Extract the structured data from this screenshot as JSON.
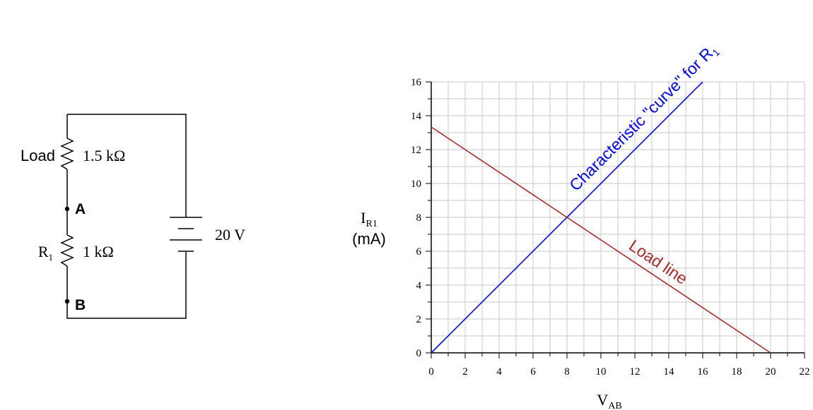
{
  "circuit": {
    "load_label": "Load",
    "load_value": "1.5 kΩ",
    "node_a": "A",
    "node_b": "B",
    "r1_label_main": "R",
    "r1_label_sub": "1",
    "r1_value": "1 kΩ",
    "source_value": "20 V"
  },
  "chart_data": {
    "type": "line",
    "xlabel_main": "V",
    "xlabel_sub": "AB",
    "ylabel_main": "I",
    "ylabel_sub": "R1",
    "ylabel_unit": "(mA)",
    "xlim": [
      0,
      22
    ],
    "ylim": [
      0,
      16
    ],
    "x_ticks": [
      0,
      2,
      4,
      6,
      8,
      10,
      12,
      14,
      16,
      18,
      20,
      22
    ],
    "y_ticks": [
      0,
      2,
      4,
      6,
      8,
      10,
      12,
      14,
      16
    ],
    "grid": true,
    "series": [
      {
        "name": "Characteristic \"curve\" for R",
        "name_sub": "1",
        "color": "#0000ff",
        "x": [
          0,
          16
        ],
        "y": [
          0,
          16
        ]
      },
      {
        "name": "Load line",
        "color": "#a52a2a",
        "x": [
          0,
          20
        ],
        "y": [
          13.333,
          0
        ]
      }
    ]
  }
}
